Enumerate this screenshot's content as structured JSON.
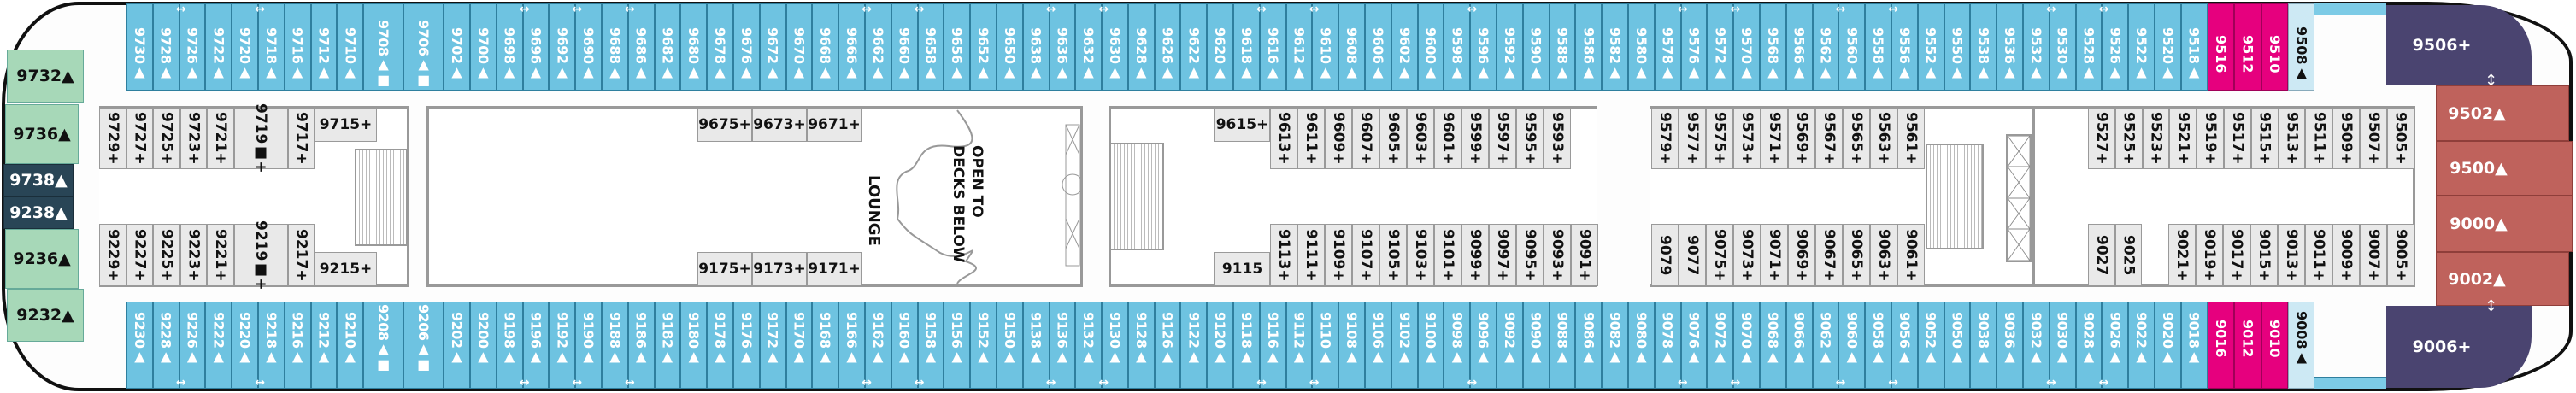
{
  "outer_top": [
    "9730▲",
    "9728▲",
    "9726▲",
    "9722▲",
    "9720▲",
    "9718▲",
    "9716▲",
    "9712▲",
    "9710▲",
    "9708▲■",
    "9706▲■",
    "9702▲",
    "9700▲",
    "9698▲",
    "9696▲",
    "9692▲",
    "9690▲",
    "9688▲",
    "9686▲",
    "9682▲",
    "9680▲",
    "9678▲",
    "9676▲",
    "9672▲",
    "9670▲",
    "9668▲",
    "9666▲",
    "9662▲",
    "9660▲",
    "9658▲",
    "9656▲",
    "9652▲",
    "9650▲",
    "9638▲",
    "9636▲",
    "9632▲",
    "9630▲",
    "9628▲",
    "9626▲",
    "9622▲",
    "9620▲",
    "9618▲",
    "9616▲",
    "9612▲",
    "9610▲",
    "9608▲",
    "9606▲",
    "9602▲",
    "9600▲",
    "9598▲",
    "9596▲",
    "9592▲",
    "9590▲",
    "9588▲",
    "9586▲",
    "9582▲",
    "9580▲",
    "9578▲",
    "9576▲",
    "9572▲",
    "9570▲",
    "9568▲",
    "9566▲",
    "9562▲",
    "9560▲",
    "9558▲",
    "9556▲",
    "9552▲",
    "9550▲",
    "9538▲",
    "9536▲",
    "9532▲",
    "9530▲",
    "9528▲",
    "9526▲",
    "9522▲",
    "9520▲",
    "9518▲"
  ],
  "outer_top_special": [
    {
      "label": "9516",
      "kind": "pink"
    },
    {
      "label": "9512",
      "kind": "pink"
    },
    {
      "label": "9510",
      "kind": "pink"
    },
    {
      "label": "9508▲",
      "kind": "lightb"
    }
  ],
  "outer_bottom": [
    "9230▲",
    "9228▲",
    "9226▲",
    "9222▲",
    "9220▲",
    "9218▲",
    "9216▲",
    "9212▲",
    "9210▲",
    "9208▲■",
    "9206▲■",
    "9202▲",
    "9200▲",
    "9198▲",
    "9196▲",
    "9192▲",
    "9190▲",
    "9188▲",
    "9186▲",
    "9182▲",
    "9180▲",
    "9178▲",
    "9176▲",
    "9172▲",
    "9170▲",
    "9168▲",
    "9166▲",
    "9162▲",
    "9160▲",
    "9158▲",
    "9156▲",
    "9152▲",
    "9150▲",
    "9138▲",
    "9136▲",
    "9132▲",
    "9130▲",
    "9128▲",
    "9126▲",
    "9122▲",
    "9120▲",
    "9118▲",
    "9116▲",
    "9112▲",
    "9110▲",
    "9108▲",
    "9106▲",
    "9102▲",
    "9100▲",
    "9098▲",
    "9096▲",
    "9092▲",
    "9090▲",
    "9088▲",
    "9086▲",
    "9082▲",
    "9080▲",
    "9078▲",
    "9076▲",
    "9072▲",
    "9070▲",
    "9068▲",
    "9066▲",
    "9062▲",
    "9060▲",
    "9058▲",
    "9056▲",
    "9052▲",
    "9050▲",
    "9038▲",
    "9036▲",
    "9032▲",
    "9030▲",
    "9028▲",
    "9026▲",
    "9022▲",
    "9020▲",
    "9018▲"
  ],
  "outer_bottom_special": [
    {
      "label": "9016",
      "kind": "pink"
    },
    {
      "label": "9012",
      "kind": "pink"
    },
    {
      "label": "9010",
      "kind": "pink"
    },
    {
      "label": "9008▲",
      "kind": "lightb"
    }
  ],
  "connecting_top": [
    "9728▲",
    "9720▲",
    "9698▲",
    "9692▲",
    "9688▲",
    "9666▲",
    "9660▲",
    "9638▲",
    "9632▲",
    "9618▲",
    "9612▲",
    "9598▲",
    "9578▲",
    "9572▲",
    "9562▲",
    "9558▲",
    "9532▲",
    "9528▲"
  ],
  "connecting_bottom": [
    "9228▲",
    "9220▲",
    "9198▲",
    "9192▲",
    "9188▲",
    "9166▲",
    "9160▲",
    "9138▲",
    "9132▲",
    "9118▲",
    "9112▲",
    "9098▲",
    "9078▲",
    "9072▲",
    "9062▲",
    "9058▲",
    "9032▲",
    "9028▲"
  ],
  "inner": {
    "a_top": [
      "9729+",
      "9727+",
      "9725+",
      "9723+",
      "9721+",
      "9719■+",
      "9717+"
    ],
    "a_top_h": "9715+",
    "a_bot": [
      "9229+",
      "9227+",
      "9225+",
      "9223+",
      "9221+",
      "9219■+",
      "9217+"
    ],
    "a_bot_h": "9215+",
    "b_top": [
      "9675+",
      "9673+",
      "9671+"
    ],
    "b_bot": [
      "9175+",
      "9173+",
      "9171+"
    ],
    "c_top_h": "9615+",
    "c_top": [
      "9613+",
      "9611+",
      "9609+",
      "9607+",
      "9605+",
      "9603+",
      "9601+",
      "9599+",
      "9597+",
      "9595+",
      "9593+"
    ],
    "c_bot_h": "9115",
    "c_bot": [
      "9113+",
      "9111+",
      "9109+",
      "9107+",
      "9105+",
      "9103+",
      "9101+",
      "9099+",
      "9097+",
      "9095+",
      "9093+",
      "9091+"
    ],
    "d_top": [
      "9579+",
      "9577+",
      "9575+",
      "9573+",
      "9571+",
      "9569+",
      "9567+",
      "9565+",
      "9563+",
      "9561+"
    ],
    "d_bot": [
      "9079",
      "9077",
      "9075+",
      "9073+",
      "9071+",
      "9069+",
      "9067+",
      "9065+",
      "9063+",
      "9061+"
    ],
    "e_top": [
      "9527+",
      "9525+",
      "9523+",
      "9521+",
      "9519+",
      "9517+",
      "9515+",
      "9513+",
      "9511+",
      "9509+",
      "9507+",
      "9505+"
    ],
    "e_bot_left": [
      "9027",
      "9025"
    ],
    "e_bot": [
      "9021+",
      "9019+",
      "9017+",
      "9015+",
      "9013+",
      "9011+",
      "9009+",
      "9007+",
      "9005+"
    ]
  },
  "aft": {
    "c1": "9732▲",
    "c2": "9736▲",
    "c3": "9738▲",
    "c4": "9238▲",
    "c5": "9236▲",
    "c6": "9232▲"
  },
  "fwd": {
    "s1": "9506+",
    "s2": "9006+",
    "r1": "9502▲",
    "r2": "9500▲",
    "r3": "9000▲",
    "r4": "9002▲"
  },
  "lounge": {
    "name": "LOUNGE",
    "open1": "OPEN TO",
    "open2": "DECKS BELOW"
  },
  "colors": {
    "balcony": "#6ec3e1",
    "suite": "#e6007e",
    "inside": "#e9e9e9",
    "aft_suite": "#a7d8b8",
    "owner": "#294556",
    "fwd_suite": "#4a4470",
    "fwd_premium": "#bf625c"
  }
}
